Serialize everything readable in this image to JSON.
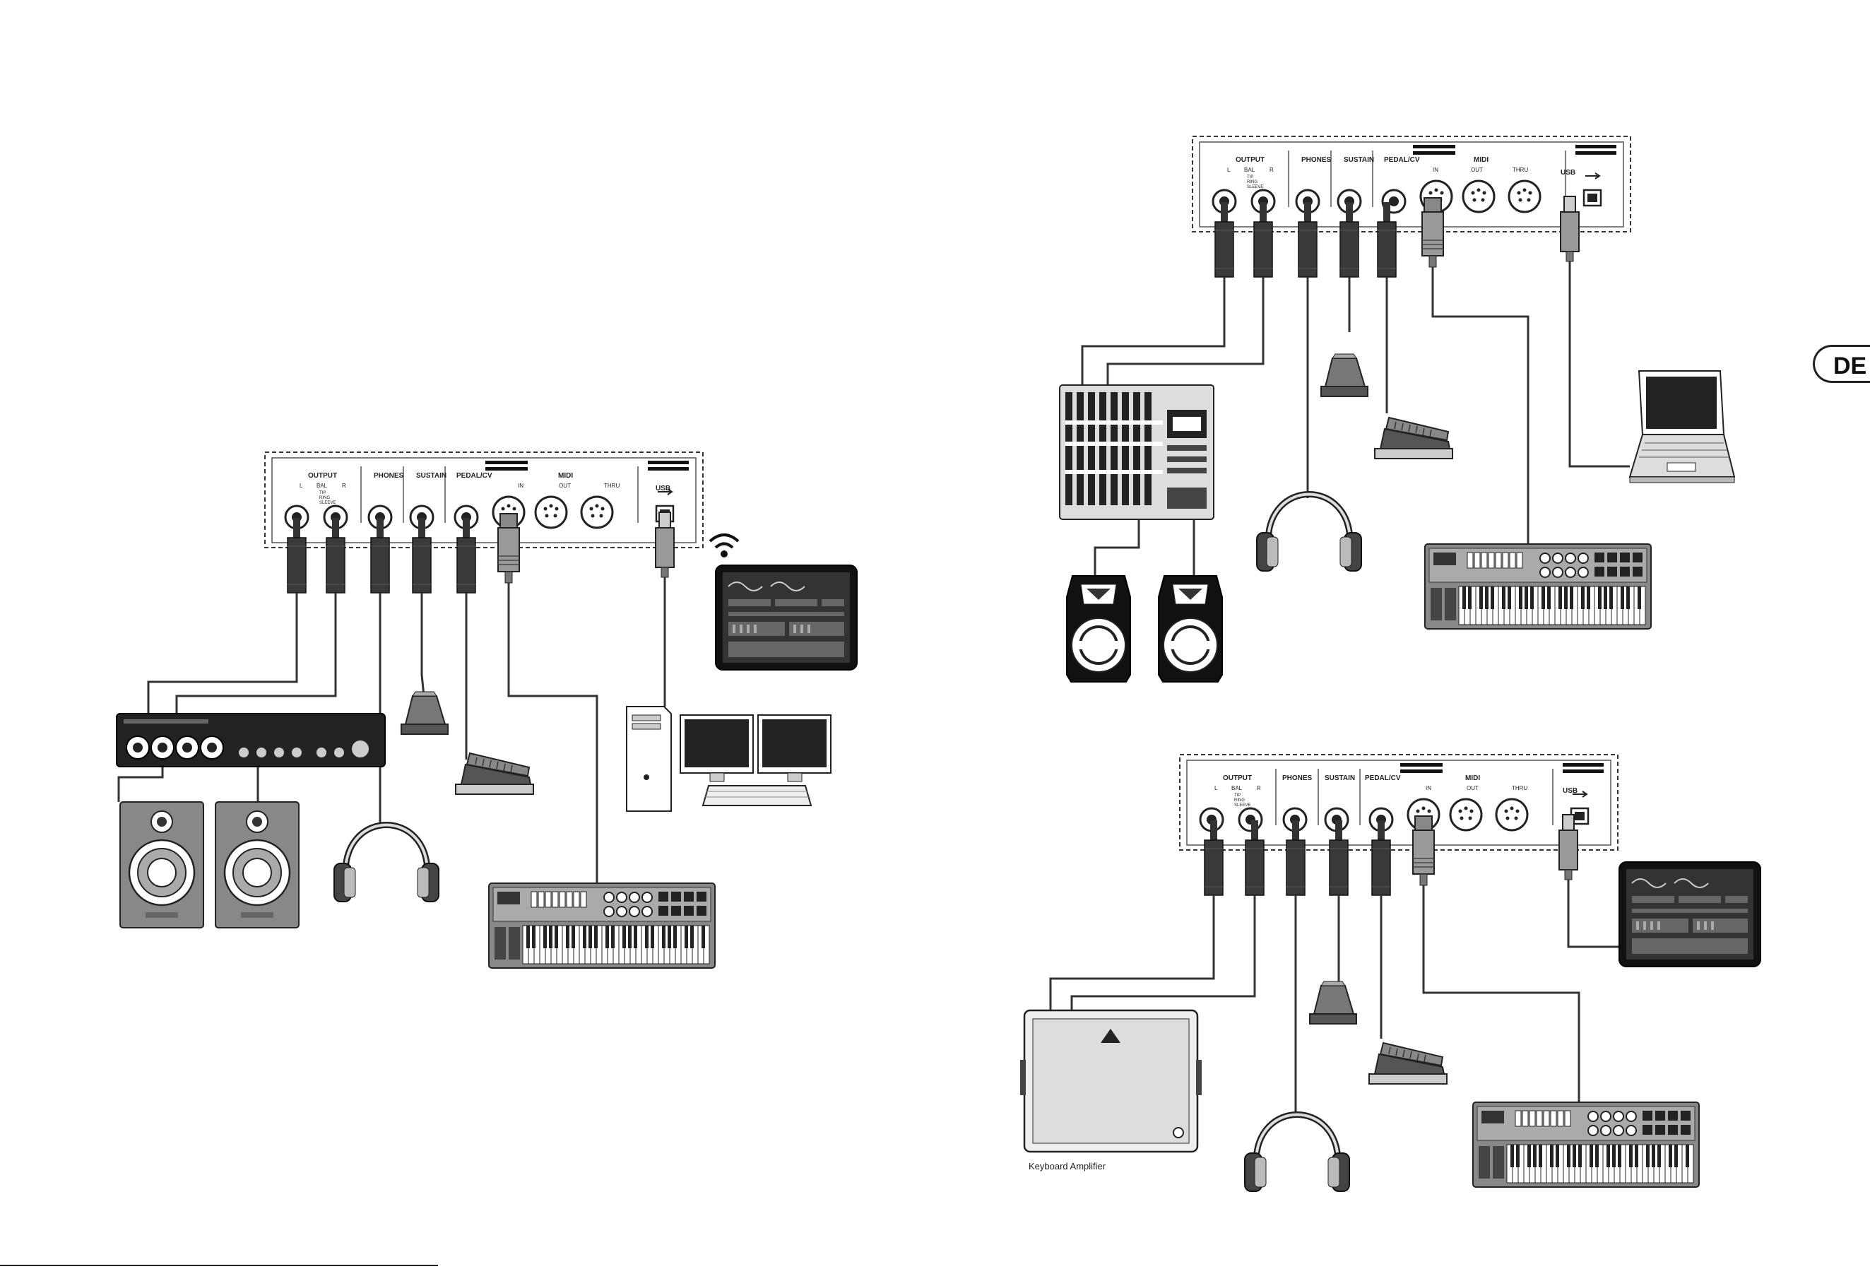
{
  "language_tab": "DE",
  "panel_labels": {
    "output": "OUTPUT",
    "left": "L",
    "bal": "BAL",
    "right": "R",
    "legend_tip": "TIP",
    "legend_ring": "RING",
    "legend_sleeve": "SLEEVE",
    "phones": "PHONES",
    "sustain": "SUSTAIN",
    "pedal_cv": "PEDAL/CV",
    "midi": "MIDI",
    "midi_in": "IN",
    "midi_out": "OUT",
    "midi_thru": "THRU",
    "usb": "USB"
  },
  "captions": {
    "keyboard_amplifier": "Keyboard Amplifier"
  },
  "diagrams": [
    {
      "name": "setup-1",
      "devices": [
        "audio-interface",
        "studio-monitor-left",
        "studio-monitor-right",
        "headphones",
        "sustain-pedal",
        "expression-pedal",
        "midi-keyboard",
        "tablet",
        "desktop-computer",
        "dual-monitors",
        "wifi-icon"
      ]
    },
    {
      "name": "setup-2",
      "devices": [
        "mixer",
        "pa-speaker-left",
        "pa-speaker-right",
        "headphones",
        "sustain-pedal",
        "expression-pedal",
        "midi-keyboard",
        "laptop"
      ]
    },
    {
      "name": "setup-3",
      "devices": [
        "keyboard-amplifier",
        "headphones",
        "sustain-pedal",
        "expression-pedal",
        "midi-keyboard",
        "tablet"
      ]
    }
  ]
}
